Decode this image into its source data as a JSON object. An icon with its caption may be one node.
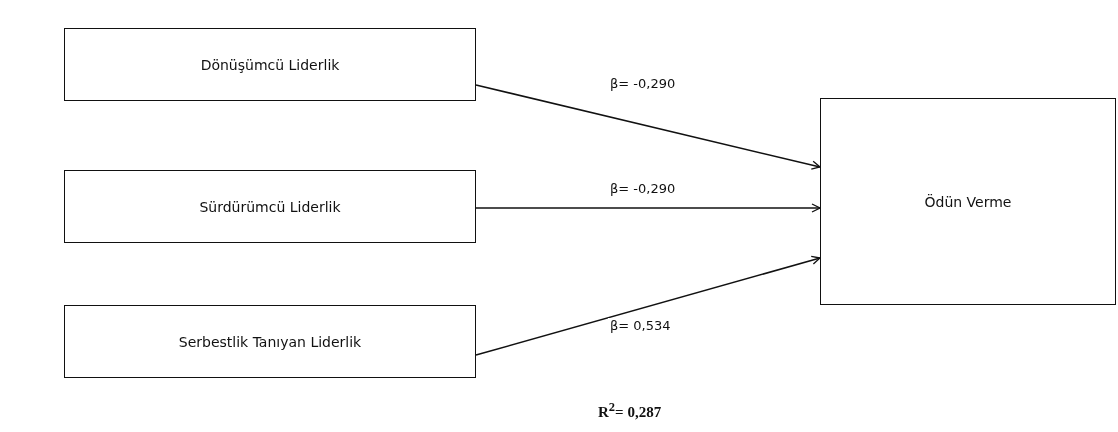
{
  "diagram": {
    "nodes": [
      {
        "text": [
          "Dönüşümcü Liderlik"
        ]
      },
      {
        "text": [
          "Sürdürümcü Liderlik"
        ]
      },
      {
        "text": [
          "Serbestlik Tanıyan Liderlik"
        ]
      },
      {
        "text": [
          "Ödün Verme"
        ]
      }
    ],
    "edges": [
      {
        "from": 0,
        "to": 3,
        "arrow": "to",
        "label": "β= -0,290"
      },
      {
        "from": 1,
        "to": 3,
        "arrow": "to",
        "label": "β= -0,290"
      },
      {
        "from": 2,
        "to": 3,
        "arrow": "to",
        "label": "β= 0,534"
      }
    ],
    "labels": [
      "R$^{2}$= 0,287"
    ]
  }
}
